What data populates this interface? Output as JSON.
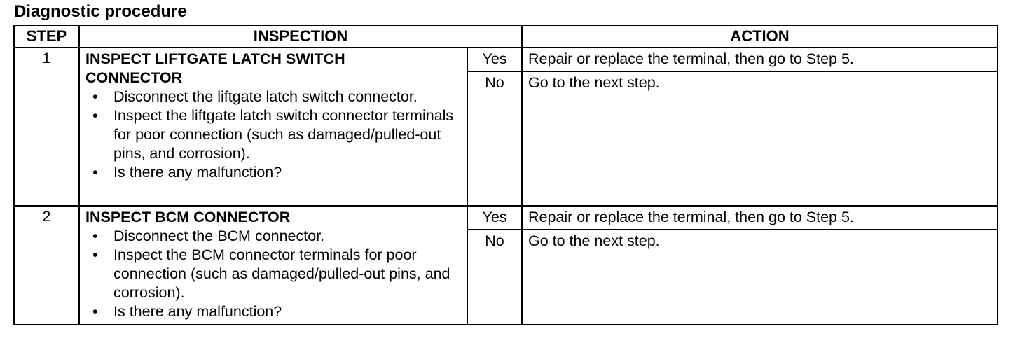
{
  "title": "Diagnostic procedure",
  "headers": {
    "step": "STEP",
    "inspection": "INSPECTION",
    "action": "ACTION"
  },
  "steps": [
    {
      "number": "1",
      "title_line1": "INSPECT LIFTGATE LATCH SWITCH",
      "title_line2": "CONNECTOR",
      "items": [
        "Disconnect the liftgate latch switch connector.",
        "Inspect the liftgate latch switch connector terminals for poor connection (such as damaged/pulled-out pins, and corrosion).",
        "Is there any malfunction?"
      ],
      "yes_label": "Yes",
      "yes_action": "Repair or replace the terminal, then go to Step 5.",
      "no_label": "No",
      "no_action": "Go to the next step."
    },
    {
      "number": "2",
      "title_line1": "INSPECT BCM CONNECTOR",
      "items": [
        "Disconnect the BCM connector.",
        "Inspect the BCM connector terminals for poor connection (such as damaged/pulled-out pins, and corrosion).",
        "Is there any malfunction?"
      ],
      "yes_label": "Yes",
      "yes_action": "Repair or replace the terminal, then go to Step 5.",
      "no_label": "No",
      "no_action": "Go to the next step."
    }
  ]
}
